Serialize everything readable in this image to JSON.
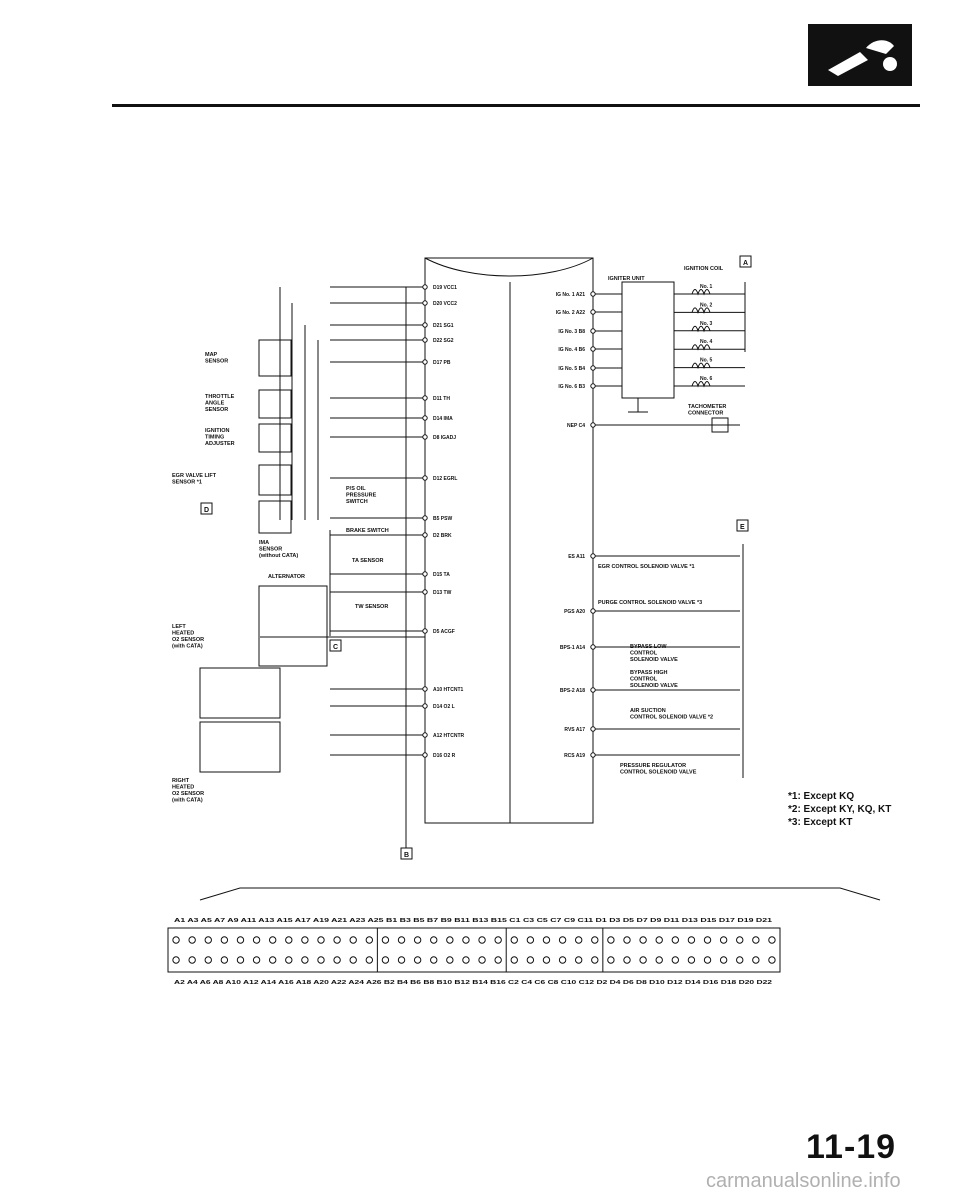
{
  "page_number": "11-19",
  "watermark": "carmanualsonline.info",
  "notes": [
    "*1: Except KQ",
    "*2: Except KY, KQ, KT",
    "*3: Except KT"
  ],
  "boxes": {
    "A": "A",
    "B": "B",
    "C": "C",
    "D": "D",
    "E": "E"
  },
  "components": {
    "map_sensor": "MAP\nSENSOR",
    "throttle_angle_sensor": "THROTTLE\nANGLE\nSENSOR",
    "ignition_timing_adjuster": "IGNITION\nTIMING\nADJUSTER",
    "egr_valve_lift_sensor": "EGR VALVE LIFT\nSENSOR *1",
    "ima_sensor": "IMA\nSENSOR\n(without CATA)",
    "ps_oil_pressure_switch": "P/S OIL\nPRESSURE\nSWITCH",
    "brake_switch": "BRAKE SWITCH",
    "ta_sensor": "TA SENSOR",
    "tw_sensor": "TW SENSOR",
    "alternator": "ALTERNATOR",
    "left_o2": "LEFT\nHEATED\nO2 SENSOR\n(with CATA)",
    "right_o2": "RIGHT\nHEATED\nO2 SENSOR\n(with CATA)",
    "igniter_unit": "IGNITER UNIT",
    "ignition_coil": "IGNITION COIL",
    "tachometer_connector": "TACHOMETER\nCONNECTOR",
    "egr_solenoid": "EGR CONTROL SOLENOID VALVE *1",
    "purge_solenoid": "PURGE CONTROL SOLENOID VALVE *3",
    "bypass_low": "BYPASS LOW\nCONTROL\nSOLENOID VALVE",
    "bypass_high": "BYPASS HIGH\nCONTROL\nSOLENOID VALVE",
    "air_suction": "AIR SUCTION\nCONTROL SOLENOID VALVE *2",
    "pressure_regulator": "PRESSURE REGULATOR\nCONTROL SOLENOID VALVE"
  },
  "coils": [
    "No. 1",
    "No. 2",
    "No. 3",
    "No. 4",
    "No. 5",
    "No. 6"
  ],
  "left_pins": [
    "D19 VCC1",
    "D20 VCC2",
    "D21 SG1",
    "D22 SG2",
    "D17 PB",
    "D11 TH",
    "D14 IMA",
    "D8 IGADJ",
    "D12 EGRL",
    "B5 PSW",
    "D2 BRK",
    "D15 TA",
    "D13 TW",
    "D5 ACGF",
    "A10 HTCNT1",
    "D14 O2 L",
    "A12 HTCNTR",
    "D16 O2 R"
  ],
  "right_pins": [
    "IG No. 1 A21",
    "IG No. 2 A22",
    "IG No. 3 B8",
    "IG No. 4 B6",
    "IG No. 5 B4",
    "IG No. 6 B3",
    "NEP C4",
    "ES A11",
    "PGS A20",
    "BPS-1 A14",
    "BPS-2 A18",
    "RVS A17",
    "RCS A19"
  ],
  "connector": {
    "top_labels": "A1 A3 A5 A7 A9 A11 A13 A15 A17 A19 A21 A23 A25   B1 B3 B5 B7 B9 B11 B13 B15   C1 C3 C5 C7 C9 C11   D1 D3 D5 D7 D9 D11 D13 D15 D17 D19 D21",
    "bottom_labels": "A2 A4 A6 A8 A10 A12 A14 A16 A18 A20 A22 A24 A26   B2 B4 B6 B8 B10 B12 B14 B16   C2 C4 C6 C8 C10 C12   D2 D4 D6 D8 D10 D12 D14 D16 D18 D20 D22",
    "groups": [
      13,
      8,
      6,
      11
    ]
  }
}
